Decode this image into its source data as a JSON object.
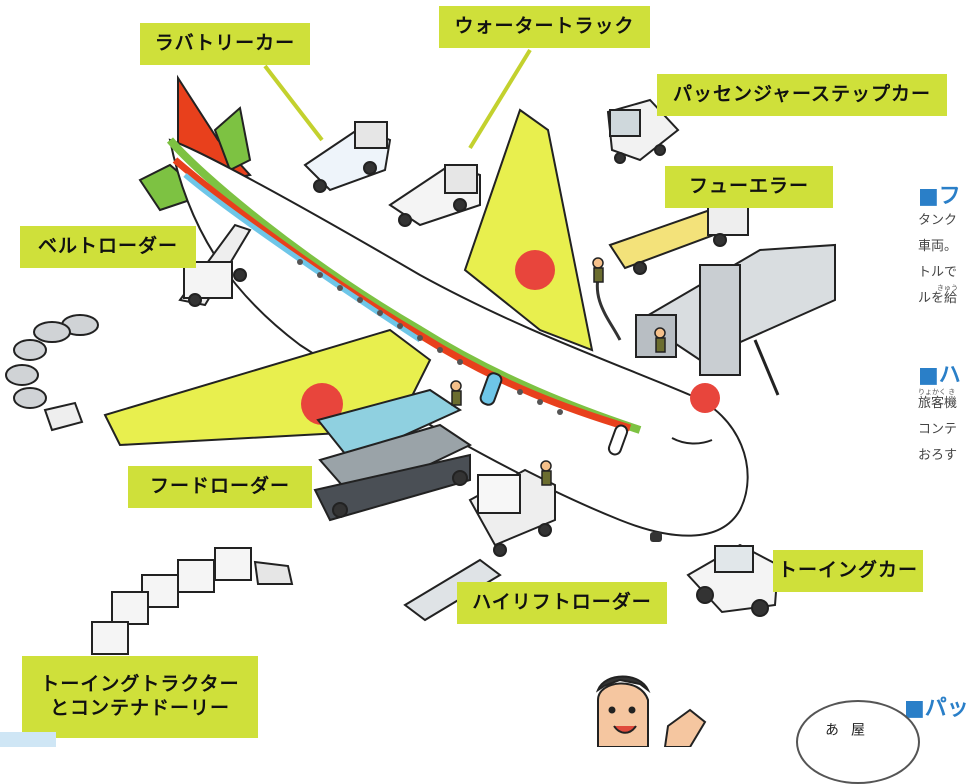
{
  "labels": {
    "lavatory_car": "ラバトリーカー",
    "water_truck": "ウォータートラック",
    "passenger_step_car": "パッセンジャーステップカー",
    "fueler": "フューエラー",
    "belt_loader": "ベルトローダー",
    "food_loader": "フードローダー",
    "towing_car": "トーイングカー",
    "high_lift_loader": "ハイリフトローダー",
    "towing_tractor_line1": "トーイングトラクター",
    "towing_tractor_line2": "とコンテナドーリー"
  },
  "side_panel": {
    "heading_fueler": "■フ",
    "fueler_line1": "タンク",
    "fueler_line2": "車両。",
    "fueler_line3": "トルで",
    "fueler_line4": "ルを給",
    "fueler_ruby": "きゅう",
    "heading_high_lift": "■ハ",
    "high_lift_ruby": "りょかく き",
    "high_lift_line1": "旅客機",
    "high_lift_line2": "コンテ",
    "high_lift_line3": "おろす",
    "heading_passenger": "■パッ"
  },
  "bubble": {
    "col1": "屋",
    "col2": "あ"
  },
  "colors": {
    "label_bg": "#cfe03a",
    "fuselage": "#ffffff",
    "wing": "#e8ef4e",
    "stripe_red": "#e8401c",
    "stripe_green": "#7dc242",
    "stripe_blue": "#6ec6e8",
    "hinomaru": "#e8453c",
    "heading_blue": "#2a7fc8"
  }
}
